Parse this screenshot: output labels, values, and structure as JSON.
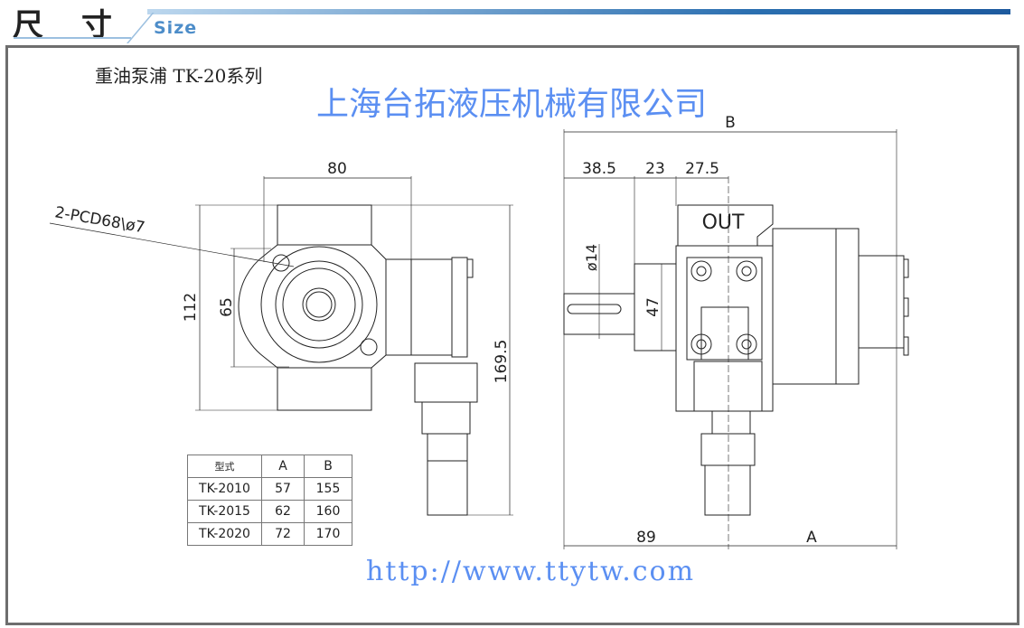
{
  "header": {
    "title_cn": "尺寸",
    "title_en": "Size"
  },
  "doc": {
    "title": "重油泵浦 TK-20系列"
  },
  "left_view": {
    "dim_width": "80",
    "dim_height": "112",
    "dim_bolt": "65",
    "dim_total": "169.5",
    "leader": "2-PCD68\\ø7"
  },
  "right_view": {
    "dim_B": "B",
    "dim_1": "38.5",
    "dim_2": "23",
    "dim_3": "27.5",
    "dim_shaft": "ø14",
    "dim_47": "47",
    "dim_89": "89",
    "dim_A": "A",
    "port_label": "OUT"
  },
  "table": {
    "headers": [
      "型式",
      "A",
      "B"
    ],
    "rows": [
      [
        "TK-2010",
        "57",
        "155"
      ],
      [
        "TK-2015",
        "62",
        "160"
      ],
      [
        "TK-2020",
        "72",
        "170"
      ]
    ]
  },
  "watermark": {
    "company": "上海台拓液压机械有限公司",
    "url": "http://www.ttytw.com"
  }
}
